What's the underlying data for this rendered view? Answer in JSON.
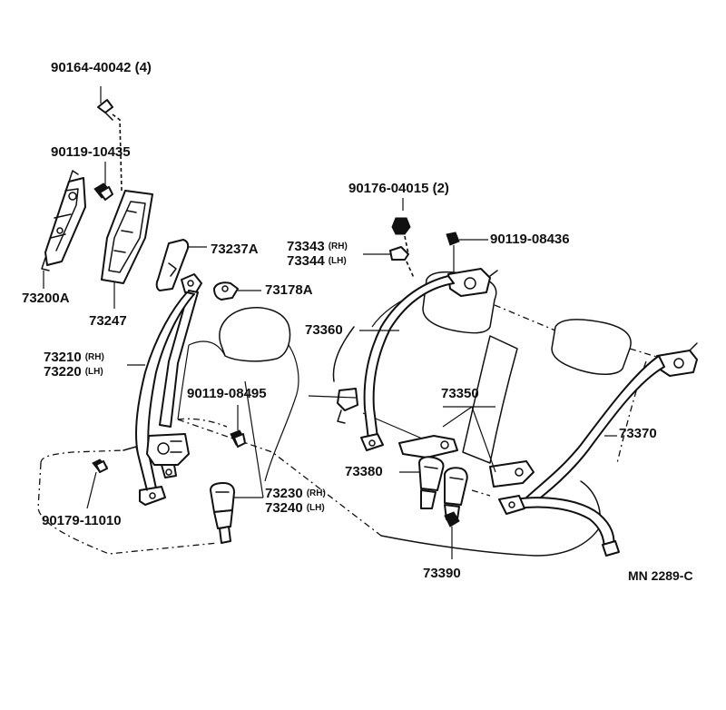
{
  "labels": {
    "p1": "90164-40042",
    "p1_qty": "(4)",
    "p2": "90119-10435",
    "p3": "73200A",
    "p4": "73247",
    "p5": "73237A",
    "p6": "73178A",
    "p7a": "73210",
    "p7a_sfx": "(RH)",
    "p7b": "73220",
    "p7b_sfx": "(LH)",
    "p8": "90119-08495",
    "p9": "90179-11010",
    "p10a": "73230",
    "p10a_sfx": "(RH)",
    "p10b": "73240",
    "p10b_sfx": "(LH)",
    "p11": "90176-04015",
    "p11_qty": "(2)",
    "p12a": "73343",
    "p12a_sfx": "(RH)",
    "p12b": "73344",
    "p12b_sfx": "(LH)",
    "p13": "90119-08436",
    "p14": "73360",
    "p15": "73350",
    "p16": "73370",
    "p17": "73380",
    "p18": "73390"
  },
  "diagram_code": "MN 2289-C"
}
